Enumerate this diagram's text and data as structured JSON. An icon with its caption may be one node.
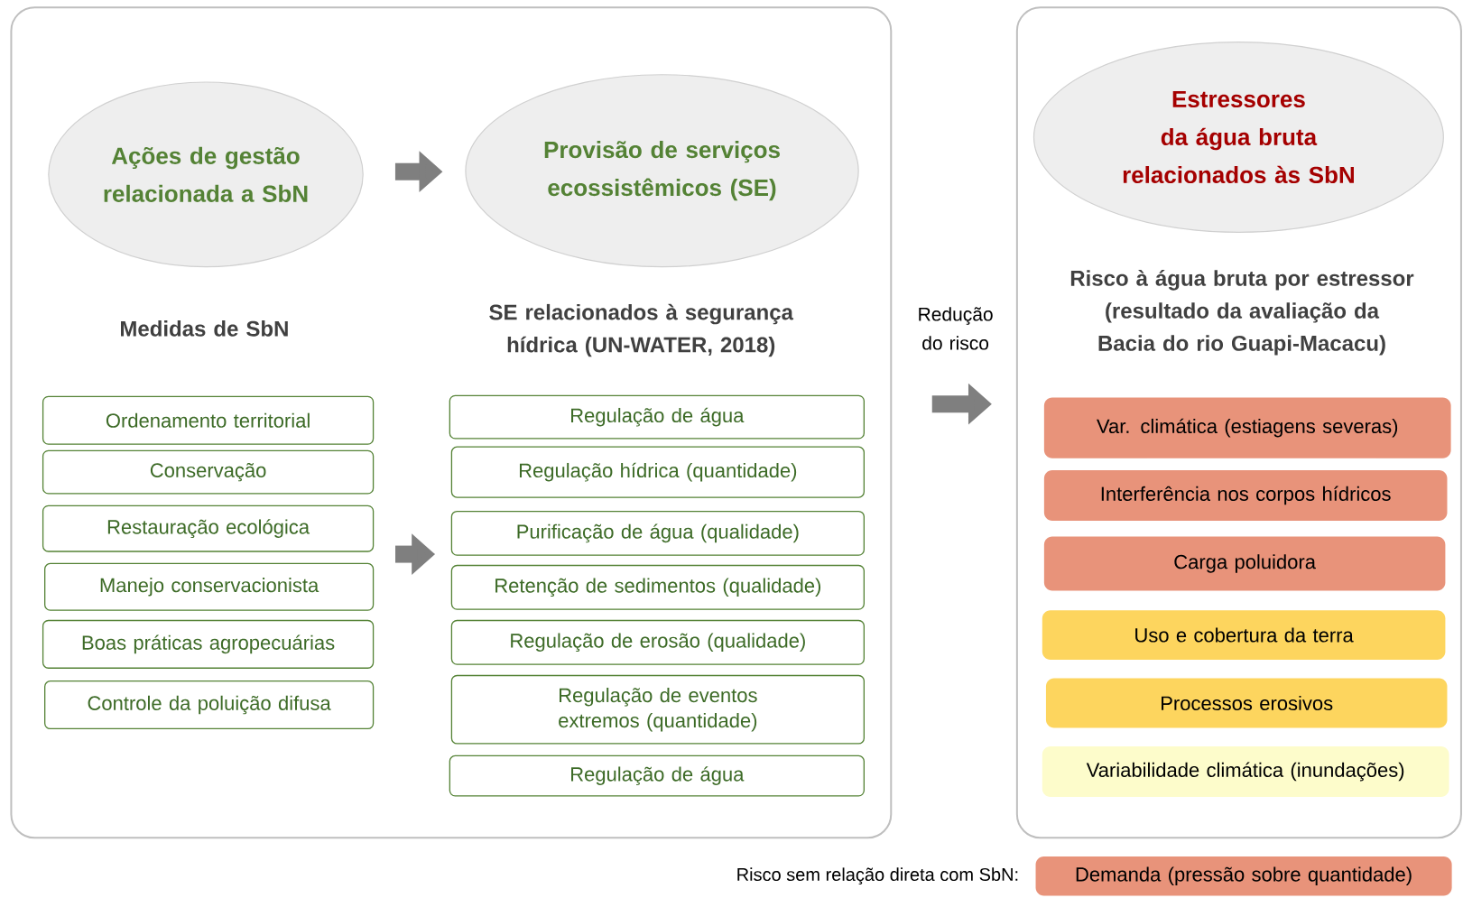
{
  "diagram": {
    "nodes": [
      {
        "text": [],
        "shape": "box"
      },
      {
        "text": [],
        "shape": "box"
      },
      {
        "text": [
          "Ações de gestão relacionada a SbN"
        ],
        "in": 0
      },
      {
        "text": [
          "Provisão de serviços ecossistêmicos (SE)"
        ],
        "in": 0
      },
      {
        "text": [
          "Estressores da água bruta relacionados às SbN"
        ],
        "in": 1
      },
      {
        "text": [
          "Ordenamento territorial"
        ],
        "in": 0
      },
      {
        "text": [
          "Conservação"
        ],
        "in": 0
      },
      {
        "text": [
          "Restauração ecológica"
        ],
        "in": 0
      },
      {
        "text": [
          "Manejo conservacionista"
        ],
        "in": 0
      },
      {
        "text": [
          "Boas práticas agropecuárias"
        ],
        "in": 0
      },
      {
        "text": [
          "Controle da poluição difusa"
        ],
        "in": 0
      },
      {
        "text": [
          "Regulação de água"
        ],
        "in": 0
      },
      {
        "text": [
          "Regulação hídrica (quantidade)"
        ],
        "in": 0
      },
      {
        "text": [
          "Purificação de água (qualidade)"
        ],
        "in": 0
      },
      {
        "text": [
          "Retenção de sedimentos (qualidade)"
        ],
        "in": 0
      },
      {
        "text": [
          "Regulação de erosão (qualidade)"
        ],
        "in": 0
      },
      {
        "text": [
          "Regulação de eventos extremos (quantidade)"
        ],
        "in": 0
      },
      {
        "text": [
          "Regulação de água"
        ],
        "in": 0
      },
      {
        "text": [
          "Var. climática (estiagens severas)"
        ],
        "in": 1
      },
      {
        "text": [
          "Interferência nos corpos hídricos"
        ],
        "in": 1
      },
      {
        "text": [
          "Carga poluidora"
        ],
        "in": 1
      },
      {
        "text": [
          "Uso e cobertura da terra"
        ],
        "in": 1
      },
      {
        "text": [
          "Processos erosivos"
        ],
        "in": 1
      },
      {
        "text": [
          "Variabilidade climática (inundações)"
        ],
        "in": 1
      },
      {
        "text": [
          "Demanda (pressão sobre quantidade)"
        ],
        "beside": [
          "Risco sem relação direta com SbN:"
        ]
      }
    ],
    "edges": [
      {
        "from": 2,
        "to": 3,
        "arrow": "to"
      },
      {
        "from": 7,
        "to": 13,
        "arrow": "to"
      },
      {
        "from": 0,
        "to": 1,
        "arrow": "to",
        "label": "Redução do risco"
      }
    ],
    "labels": [
      "Medidas de SbN",
      "SE relacionados à segurança hídrica (UN-WATER, 2018)",
      "Risco à água bruta por estressor (resultado da avaliação da Bacia do rio Guapi-Macacu)"
    ]
  }
}
